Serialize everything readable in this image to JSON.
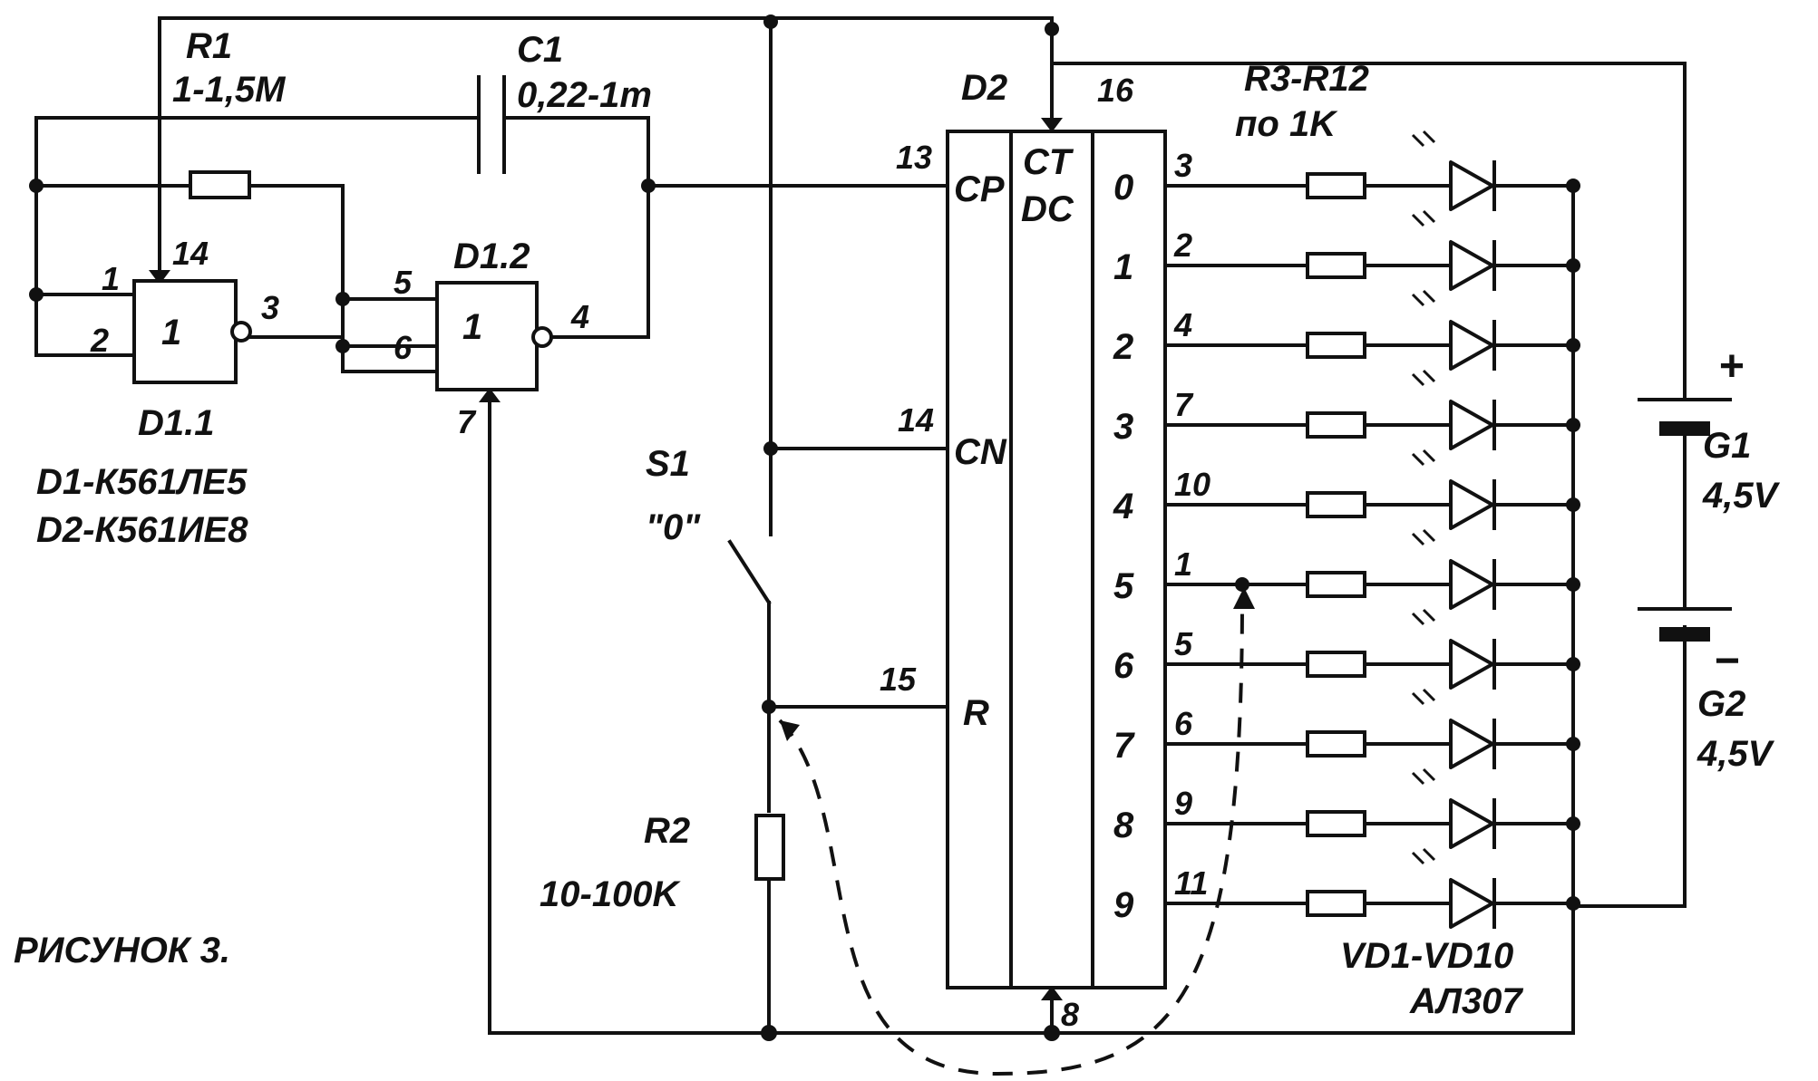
{
  "figure_caption": "РИСУНОК 3.",
  "ic_legend": [
    "D1-К561ЛЕ5",
    "D2-К561ИЕ8"
  ],
  "components": {
    "r1": {
      "ref": "R1",
      "value": "1-1,5M"
    },
    "c1": {
      "ref": "C1",
      "value": "0,22-1m"
    },
    "r2": {
      "ref": "R2",
      "value": "10-100K"
    },
    "r3_r12": {
      "ref": "R3-R12",
      "value": "по 1K"
    },
    "s1": {
      "ref": "S1",
      "value": "\"0\""
    },
    "g1": {
      "ref": "G1",
      "value": "4,5V"
    },
    "g2": {
      "ref": "G2",
      "value": "4,5V"
    },
    "vd": {
      "ref": "VD1-VD10",
      "value": "АЛ307"
    },
    "battery_plus": "+",
    "battery_minus": "−"
  },
  "gates": {
    "d1_1": {
      "ref": "D1.1",
      "symbol": "1",
      "pins": {
        "in1": "1",
        "in2": "2",
        "out": "3",
        "vdd": "14"
      }
    },
    "d1_2": {
      "ref": "D1.2",
      "symbol": "1",
      "pins": {
        "in1": "5",
        "in2": "6",
        "out": "4",
        "vss": "7"
      }
    }
  },
  "counter": {
    "ref": "D2",
    "title_ct": "CT",
    "title_dc": "DC",
    "inputs": [
      {
        "name": "CP",
        "pin": "13"
      },
      {
        "name": "CN",
        "pin": "14"
      },
      {
        "name": "R",
        "pin": "15"
      }
    ],
    "power_pins": {
      "vdd": "16",
      "vss": "8"
    },
    "outputs": [
      {
        "index": "0",
        "pin": "3"
      },
      {
        "index": "1",
        "pin": "2"
      },
      {
        "index": "2",
        "pin": "4"
      },
      {
        "index": "3",
        "pin": "7"
      },
      {
        "index": "4",
        "pin": "10"
      },
      {
        "index": "5",
        "pin": "1"
      },
      {
        "index": "6",
        "pin": "5"
      },
      {
        "index": "7",
        "pin": "6"
      },
      {
        "index": "8",
        "pin": "9"
      },
      {
        "index": "9",
        "pin": "11"
      }
    ]
  }
}
